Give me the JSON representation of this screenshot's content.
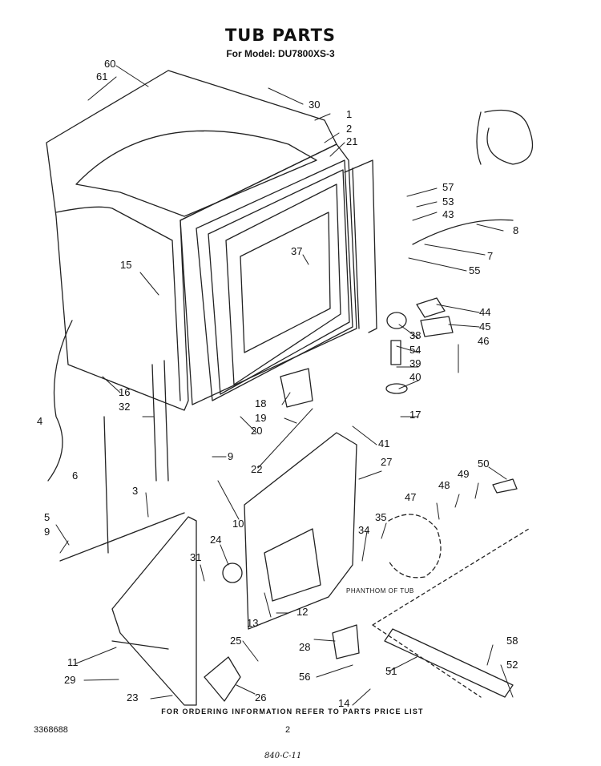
{
  "title": "TUB PARTS",
  "subtitle": "For Model: DU7800XS-3",
  "footer_note": "FOR ORDERING INFORMATION REFER TO PARTS PRICE LIST",
  "doc_number": "3368688",
  "page_number": "2",
  "handwritten_code": "840-C-11",
  "phantom_label": "PHANTHOM OF TUB",
  "callouts": [
    "60",
    "61",
    "30",
    "1",
    "2",
    "21",
    "57",
    "53",
    "43",
    "8",
    "7",
    "55",
    "37",
    "15",
    "44",
    "45",
    "46",
    "38",
    "54",
    "39",
    "40",
    "17",
    "16",
    "18",
    "19",
    "20",
    "41",
    "4",
    "32",
    "9",
    "22",
    "27",
    "50",
    "6",
    "49",
    "48",
    "47",
    "35",
    "34",
    "3",
    "10",
    "5",
    "9",
    "24",
    "31",
    "13",
    "12",
    "28",
    "25",
    "58",
    "11",
    "52",
    "29",
    "56",
    "51",
    "26",
    "14",
    "23"
  ]
}
